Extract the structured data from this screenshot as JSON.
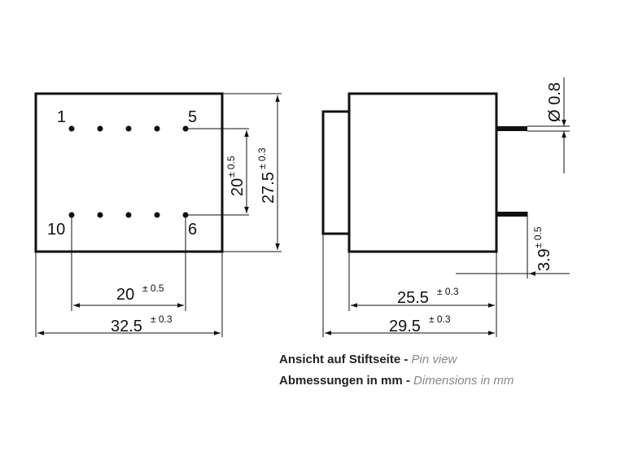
{
  "pin_labels": {
    "p1": "1",
    "p5": "5",
    "p10": "10",
    "p6": "6"
  },
  "left_view": {
    "pin_pitch": {
      "value": "20",
      "tol": "± 0.5"
    },
    "width": {
      "value": "32.5",
      "tol": "± 0.3"
    },
    "row_spacing": {
      "value": "20",
      "tol": "± 0.5"
    },
    "height": {
      "value": "27.5",
      "tol": "± 0.3"
    }
  },
  "right_view": {
    "pin_diameter": "Ø 0.8",
    "pin_length": {
      "value": "3.9",
      "tol": "± 0.5"
    },
    "body_depth": {
      "value": "25.5",
      "tol": "± 0.3"
    },
    "total_depth": {
      "value": "29.5",
      "tol": "± 0.3"
    }
  },
  "caption": {
    "line1_de": "Ansicht auf Stiftseite - ",
    "line1_en": "Pin view",
    "line2_de": "Abmessungen in mm - ",
    "line2_en": "Dimensions in mm"
  }
}
